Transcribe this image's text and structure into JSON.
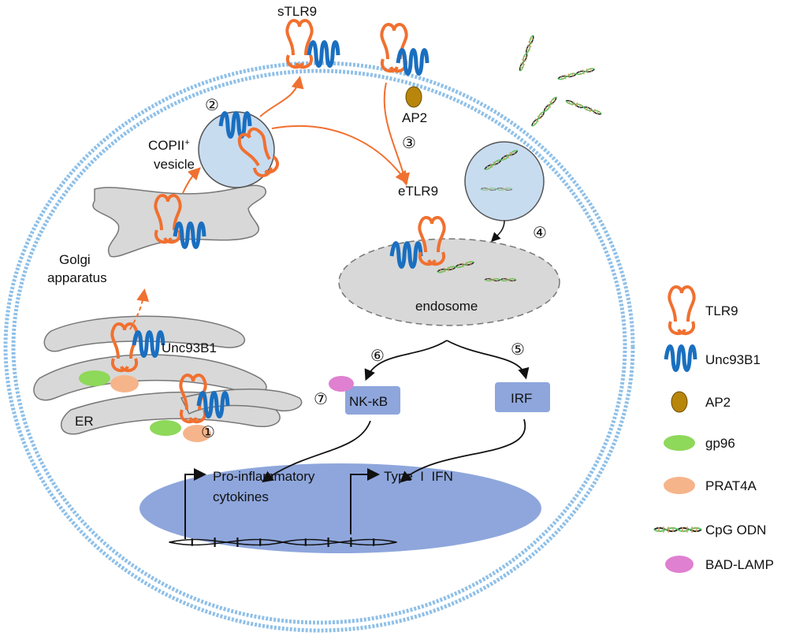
{
  "labels": {
    "stlr9": "sTLR9",
    "ap2": "AP2",
    "copii_line1": "COPII",
    "copii_sup": "+",
    "copii_line2": "vesicle",
    "etlr9": "eTLR9",
    "golgi_line1": "Golgi",
    "golgi_line2": "apparatus",
    "unc93b1": "Unc93B1",
    "er": "ER",
    "endosome": "endosome",
    "nfkb": "NK-κB",
    "irf": "IRF",
    "pro_line1": "Pro-inflammatory",
    "pro_line2": "cytokines",
    "ifn": "Type  I  IFN"
  },
  "steps": [
    "①",
    "②",
    "③",
    "④",
    "⑤",
    "⑥",
    "⑦"
  ],
  "legend": [
    {
      "label": "TLR9",
      "icon": "tlr9-icon"
    },
    {
      "label": "Unc93B1",
      "icon": "unc93b1-icon"
    },
    {
      "label": "AP2",
      "icon": "ap2-icon"
    },
    {
      "label": "gp96",
      "icon": "gp96-icon"
    },
    {
      "label": "PRAT4A",
      "icon": "prat4a-icon"
    },
    {
      "label": "CpG ODN",
      "icon": "cpg-odn-icon"
    },
    {
      "label": "BAD-LAMP",
      "icon": "bad-lamp-icon"
    }
  ],
  "colors": {
    "tlr9": "#f07030",
    "unc93b1": "#1a6fc0",
    "ap2": "#b8860b",
    "gp96": "#8ed85a",
    "prat4a": "#f6b48a",
    "bad_lamp": "#e080d0",
    "membrane": "#8fc0e8",
    "nucleus": "#8ea6dc",
    "box": "#8ea6dc",
    "vesicle": "#c8dcf0",
    "organelle": "#d8d8d8"
  }
}
